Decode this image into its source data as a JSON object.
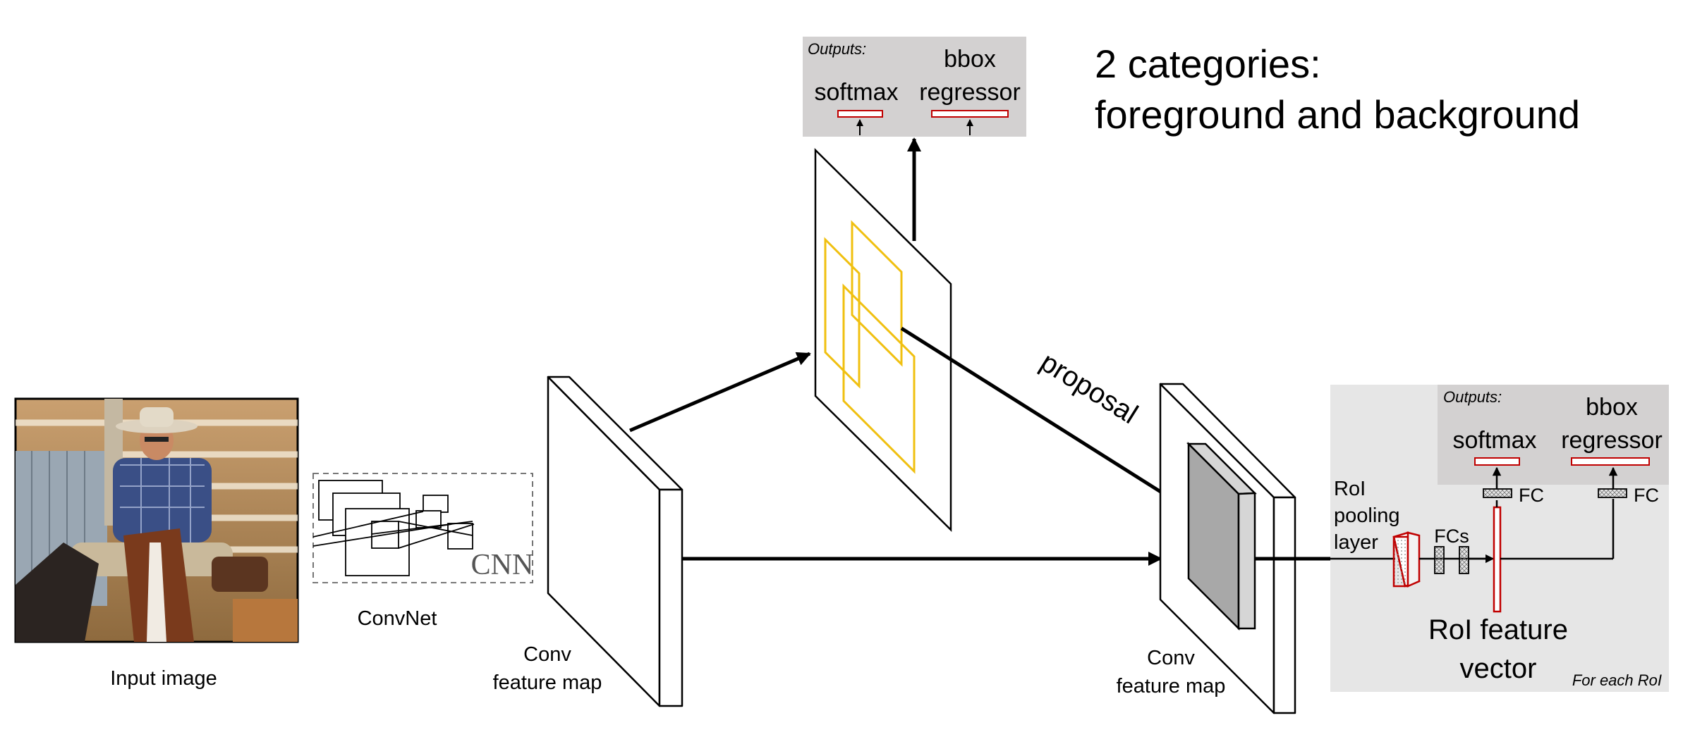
{
  "title_lines": [
    "2 categories:",
    "foreground and background"
  ],
  "input_image_label": "Input image",
  "cnn_label": "CNN",
  "convnet_label": "ConvNet",
  "conv_map_label": [
    "Conv",
    "feature map"
  ],
  "proposal_label": "proposal",
  "rpn_outputs": {
    "header": "Outputs:",
    "softmax": "softmax",
    "bbox": [
      "bbox",
      "regressor"
    ]
  },
  "head": {
    "outputs_header": "Outputs:",
    "softmax": "softmax",
    "bbox": [
      "bbox",
      "regressor"
    ],
    "fc": "FC",
    "fcs": "FCs",
    "roi_pool": [
      "RoI",
      "pooling",
      "layer"
    ],
    "roi_vector": [
      "RoI feature",
      "vector"
    ],
    "footer": "For each RoI"
  },
  "colors": {
    "proposal_box": "#f0c010",
    "output_bar": "#c00000",
    "outputs_panel": "#d3d1d1",
    "head_panel": "#e6e6e6",
    "roi_region": "#a8a8a8"
  }
}
